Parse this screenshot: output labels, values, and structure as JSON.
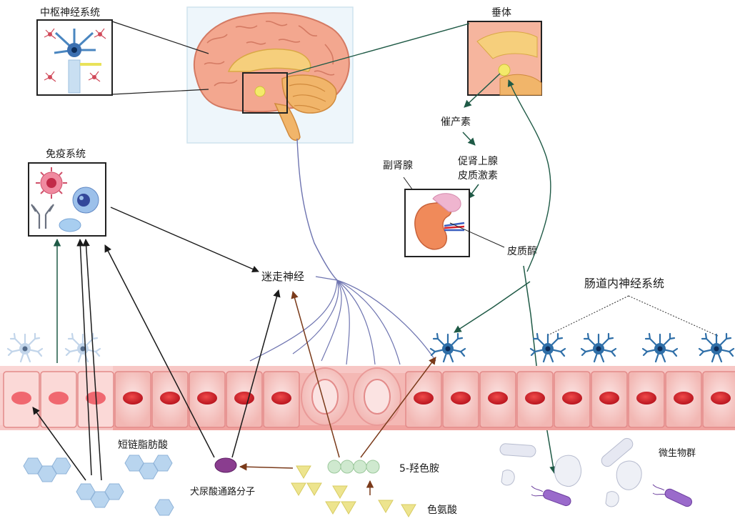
{
  "labels": {
    "cns": "中枢神经系统",
    "pituitary": "垂体",
    "oxytocin": "催产素",
    "acth_line1": "促肾上腺",
    "acth_line2": "皮质激素",
    "adrenal": "副肾腺",
    "cortisol": "皮质醇",
    "immune": "免疫系统",
    "vagus": "迷走神经",
    "ens": "肠道内神经系统",
    "scfa": "短链脂肪酸",
    "kynurenine": "犬尿酸通路分子",
    "serotonin": "5-羟色胺",
    "tryptophan": "色氨酸",
    "microbiota": "微生物群"
  },
  "colors": {
    "arrow_green": "#1f5a46",
    "arrow_black": "#1a1a1a",
    "arrow_brown": "#7a3a1a",
    "nerve_blue": "#6e74b0",
    "epithelium": "#f6c4c0",
    "nucleus": "#d9202a",
    "neuron_blue": "#2f6fa8",
    "scfa_blue": "#b9d5ef",
    "tryptophan_yellow": "#ede48e",
    "serotonin_green": "#cfe9cf",
    "kynurenine_purple": "#8a3d8f",
    "brain_pink": "#f3a78f"
  },
  "icons": [
    "neuron-icon",
    "kidney-icon",
    "antibody-icon",
    "immune-cell-icon",
    "bacteria-icon",
    "brain-icon"
  ]
}
